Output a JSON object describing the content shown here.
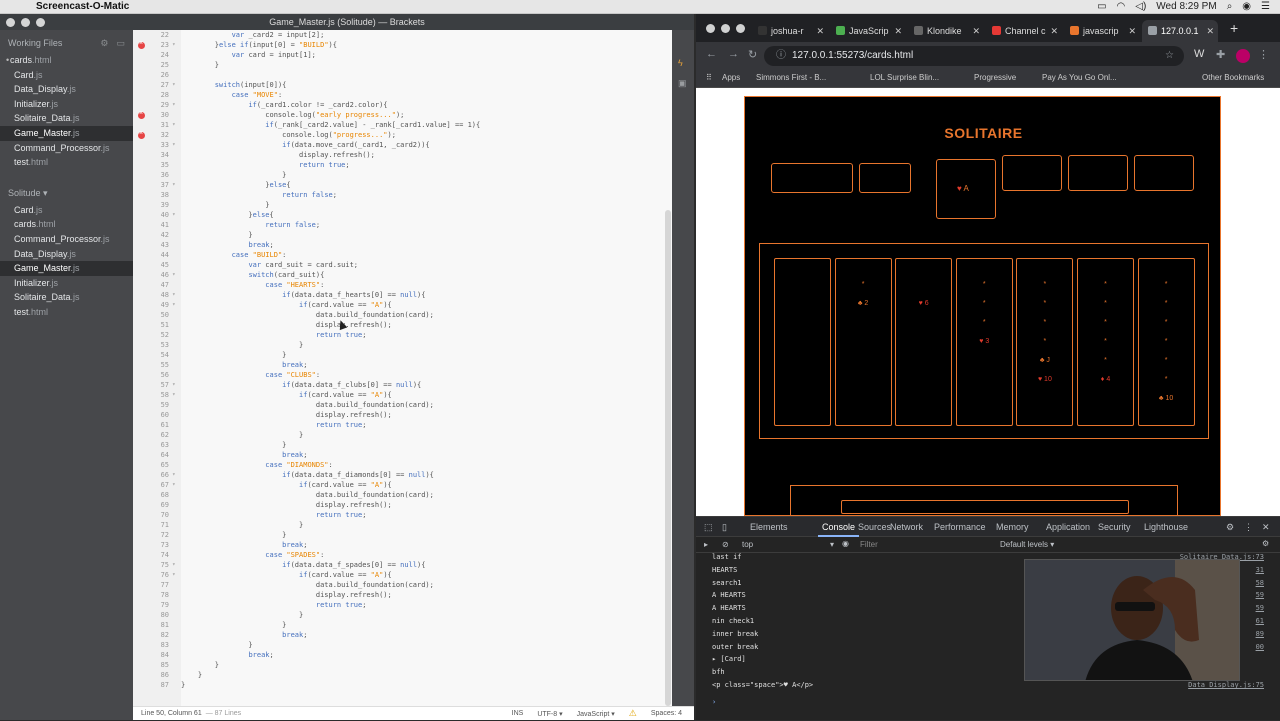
{
  "menubar": {
    "app_name": "Screencast-O-Matic",
    "datetime": "Wed 8:29 PM"
  },
  "brackets": {
    "window_title": "Game_Master.js (Solitude) — Brackets",
    "working_files_label": "Working Files",
    "working_files": [
      {
        "name": "cards",
        "ext": ".html"
      },
      {
        "name": "Card",
        "ext": ".js"
      },
      {
        "name": "Data_Display",
        "ext": ".js"
      },
      {
        "name": "Initializer",
        "ext": ".js"
      },
      {
        "name": "Solitaire_Data",
        "ext": ".js"
      },
      {
        "name": "Game_Master",
        "ext": ".js"
      },
      {
        "name": "Command_Processor",
        "ext": ".js"
      },
      {
        "name": "test",
        "ext": ".html"
      }
    ],
    "project_label": "Solitude",
    "project_files": [
      {
        "name": "Card",
        "ext": ".js"
      },
      {
        "name": "cards",
        "ext": ".html"
      },
      {
        "name": "Command_Processor",
        "ext": ".js"
      },
      {
        "name": "Data_Display",
        "ext": ".js"
      },
      {
        "name": "Game_Master",
        "ext": ".js"
      },
      {
        "name": "Initializer",
        "ext": ".js"
      },
      {
        "name": "Solitaire_Data",
        "ext": ".js"
      },
      {
        "name": "test",
        "ext": ".html"
      }
    ],
    "status": {
      "position": "Line 50, Column 61",
      "lines": "— 87 Lines",
      "mode": "INS",
      "encoding": "UTF-8",
      "language": "JavaScript",
      "spaces": "Spaces: 4"
    }
  },
  "code_lines": [
    {
      "n": "22",
      "t": "            var _card2 = input[2];",
      "err": false
    },
    {
      "n": "23",
      "t": "        }else if(input[0] = \"BUILD\"){",
      "err": true
    },
    {
      "n": "24",
      "t": "            var card = input[1];",
      "err": false
    },
    {
      "n": "25",
      "t": "        }",
      "err": false
    },
    {
      "n": "26",
      "t": "",
      "err": false
    },
    {
      "n": "27",
      "t": "        switch(input[0]){",
      "err": false
    },
    {
      "n": "28",
      "t": "            case \"MOVE\":",
      "err": false
    },
    {
      "n": "29",
      "t": "                if(_card1.color != _card2.color){",
      "err": false
    },
    {
      "n": "30",
      "t": "                    console.log(\"early progress...\");",
      "err": true
    },
    {
      "n": "31",
      "t": "                    if(_rank[_card2.value] - _rank[_card1.value] == 1){",
      "err": false
    },
    {
      "n": "32",
      "t": "                        console.log(\"progress...\");",
      "err": true
    },
    {
      "n": "33",
      "t": "                        if(data.move_card(_card1, _card2)){",
      "err": false
    },
    {
      "n": "34",
      "t": "                            display.refresh();",
      "err": false
    },
    {
      "n": "35",
      "t": "                            return true;",
      "err": false
    },
    {
      "n": "36",
      "t": "                        }",
      "err": false
    },
    {
      "n": "37",
      "t": "                    }else{",
      "err": false
    },
    {
      "n": "38",
      "t": "                        return false;",
      "err": false
    },
    {
      "n": "39",
      "t": "                    }",
      "err": false
    },
    {
      "n": "40",
      "t": "                }else{",
      "err": false
    },
    {
      "n": "41",
      "t": "                    return false;",
      "err": false
    },
    {
      "n": "42",
      "t": "                }",
      "err": false
    },
    {
      "n": "43",
      "t": "                break;",
      "err": false
    },
    {
      "n": "44",
      "t": "            case \"BUILD\":",
      "err": false
    },
    {
      "n": "45",
      "t": "                var card_suit = card.suit;",
      "err": false
    },
    {
      "n": "46",
      "t": "                switch(card_suit){",
      "err": false
    },
    {
      "n": "47",
      "t": "                    case \"HEARTS\":",
      "err": false
    },
    {
      "n": "48",
      "t": "                        if(data.data_f_hearts[0] == null){",
      "err": false
    },
    {
      "n": "49",
      "t": "                            if(card.value == \"A\"){",
      "err": false
    },
    {
      "n": "50",
      "t": "                                data.build_foundation(card);",
      "err": false
    },
    {
      "n": "51",
      "t": "                                display.refresh();",
      "err": false
    },
    {
      "n": "52",
      "t": "                                return true;",
      "err": false
    },
    {
      "n": "53",
      "t": "                            }",
      "err": false
    },
    {
      "n": "54",
      "t": "                        }",
      "err": false
    },
    {
      "n": "55",
      "t": "                        break;",
      "err": false
    },
    {
      "n": "56",
      "t": "                    case \"CLUBS\":",
      "err": false
    },
    {
      "n": "57",
      "t": "                        if(data.data_f_clubs[0] == null){",
      "err": false
    },
    {
      "n": "58",
      "t": "                            if(card.value == \"A\"){",
      "err": false
    },
    {
      "n": "59",
      "t": "                                data.build_foundation(card);",
      "err": false
    },
    {
      "n": "60",
      "t": "                                display.refresh();",
      "err": false
    },
    {
      "n": "61",
      "t": "                                return true;",
      "err": false
    },
    {
      "n": "62",
      "t": "                            }",
      "err": false
    },
    {
      "n": "63",
      "t": "                        }",
      "err": false
    },
    {
      "n": "64",
      "t": "                        break;",
      "err": false
    },
    {
      "n": "65",
      "t": "                    case \"DIAMONDS\":",
      "err": false
    },
    {
      "n": "66",
      "t": "                        if(data.data_f_diamonds[0] == null){",
      "err": false
    },
    {
      "n": "67",
      "t": "                            if(card.value == \"A\"){",
      "err": false
    },
    {
      "n": "68",
      "t": "                                data.build_foundation(card);",
      "err": false
    },
    {
      "n": "69",
      "t": "                                display.refresh();",
      "err": false
    },
    {
      "n": "70",
      "t": "                                return true;",
      "err": false
    },
    {
      "n": "71",
      "t": "                            }",
      "err": false
    },
    {
      "n": "72",
      "t": "                        }",
      "err": false
    },
    {
      "n": "73",
      "t": "                        break;",
      "err": false
    },
    {
      "n": "74",
      "t": "                    case \"SPADES\":",
      "err": false
    },
    {
      "n": "75",
      "t": "                        if(data.data_f_spades[0] == null){",
      "err": false
    },
    {
      "n": "76",
      "t": "                            if(card.value == \"A\"){",
      "err": false
    },
    {
      "n": "77",
      "t": "                                data.build_foundation(card);",
      "err": false
    },
    {
      "n": "78",
      "t": "                                display.refresh();",
      "err": false
    },
    {
      "n": "79",
      "t": "                                return true;",
      "err": false
    },
    {
      "n": "80",
      "t": "                            }",
      "err": false
    },
    {
      "n": "81",
      "t": "                        }",
      "err": false
    },
    {
      "n": "82",
      "t": "                        break;",
      "err": false
    },
    {
      "n": "83",
      "t": "                }",
      "err": false
    },
    {
      "n": "84",
      "t": "                break;",
      "err": false
    },
    {
      "n": "85",
      "t": "        }",
      "err": false
    },
    {
      "n": "86",
      "t": "    }",
      "err": false
    },
    {
      "n": "87",
      "t": "}",
      "err": false
    }
  ],
  "chrome": {
    "tabs": [
      {
        "label": "joshua-r",
        "color": "#333333"
      },
      {
        "label": "JavaScrip",
        "color": "#4caf50"
      },
      {
        "label": "Klondike",
        "color": "#666666"
      },
      {
        "label": "Channel c",
        "color": "#e53935"
      },
      {
        "label": "javascrip",
        "color": "#e8752d"
      },
      {
        "label": "127.0.0.1",
        "color": "#9aa0a6"
      }
    ],
    "url": "127.0.0.1:55273/cards.html",
    "bookmarks": [
      "Apps",
      "Simmons First - B...",
      "LOL Surprise Blin...",
      "Progressive",
      "Pay As You Go Onl..."
    ],
    "other_bookmarks": "Other Bookmarks"
  },
  "game": {
    "title": "SOLITAIRE",
    "foundation_card": {
      "suit": "♥",
      "value": "A"
    },
    "tableau": [
      {
        "stars": 0,
        "top": null
      },
      {
        "stars": 1,
        "top": {
          "suit": "♣",
          "value": "2",
          "red": false
        }
      },
      {
        "stars": 0,
        "top": {
          "suit": "♥",
          "value": "6",
          "red": true
        }
      },
      {
        "stars": 3,
        "top": {
          "suit": "♥",
          "value": "3",
          "red": true
        }
      },
      {
        "stars": 4,
        "top": {
          "suit": "♣",
          "value": "J",
          "red": false
        },
        "second": {
          "suit": "♥",
          "value": "10",
          "red": true
        }
      },
      {
        "stars": 5,
        "top": {
          "suit": "♦",
          "value": "4",
          "red": true
        }
      },
      {
        "stars": 6,
        "top": {
          "suit": "♣",
          "value": "10",
          "red": false
        }
      }
    ],
    "star_glyph": "*"
  },
  "devtools": {
    "tabs": [
      "Elements",
      "Console",
      "Sources",
      "Network",
      "Performance",
      "Memory",
      "Application",
      "Security",
      "Lighthouse"
    ],
    "active_tab": "Console",
    "context": "top",
    "filter_placeholder": "Filter",
    "levels": "Default levels",
    "console_lines": [
      {
        "text": "last if",
        "src": "Solitaire_Data.js:73"
      },
      {
        "text": "HEARTS",
        "src": "31"
      },
      {
        "text": "search1",
        "src": "58"
      },
      {
        "text": "A HEARTS",
        "src": "59"
      },
      {
        "text": "A HEARTS",
        "src": "59"
      },
      {
        "text": "nin check1",
        "src": "61"
      },
      {
        "text": "inner break",
        "src": "89"
      },
      {
        "text": "outer break",
        "src": "00"
      },
      {
        "text": "▸ [Card]",
        "src": ""
      },
      {
        "text": "bfh",
        "src": ""
      },
      {
        "text": "  <p class=\"space\">♥ A</p>",
        "src": "Data_Display.js:75"
      }
    ]
  }
}
